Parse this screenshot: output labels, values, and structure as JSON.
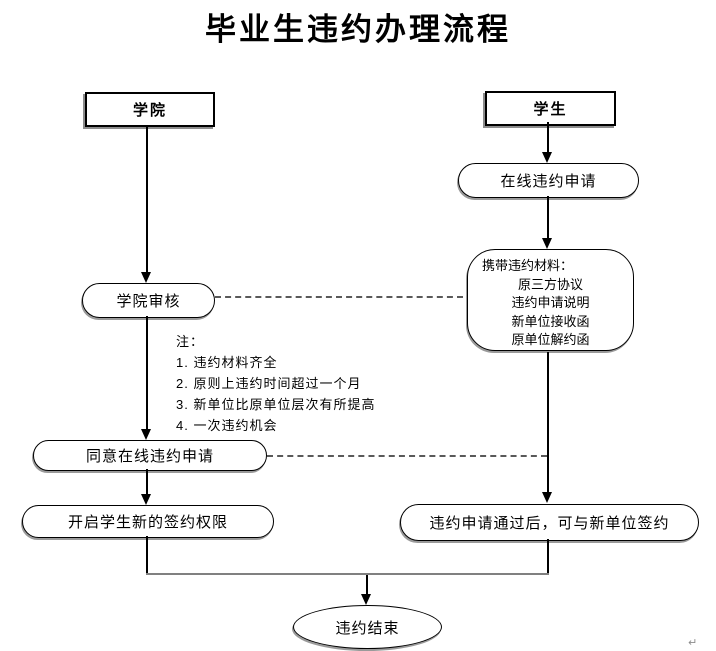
{
  "title": "毕业生违约办理流程",
  "lanes": {
    "college": "学院",
    "student": "学生"
  },
  "college_flow": {
    "review": "学院审核",
    "approve_online": "同意在线违约申请",
    "open_permission": "开启学生新的签约权限"
  },
  "student_flow": {
    "online_apply": "在线违约申请",
    "materials_title": "携带违约材料：",
    "materials": [
      "原三方协议",
      "违约申请说明",
      "新单位接收函",
      "原单位解约函"
    ],
    "after_approval": "违约申请通过后，可与新单位签约"
  },
  "note": {
    "label": "注：",
    "items": [
      "1. 违约材料齐全",
      "2. 原则上违约时间超过一个月",
      "3. 新单位比原单位层次有所提高",
      "4. 一次违约机会"
    ]
  },
  "end_node": "违约结束",
  "artifact_mark": "↵",
  "colors": {
    "line": "#000000",
    "shape_shadow": "#8c8c8c",
    "bottom_connector": "#808080",
    "dash_line": "#595959",
    "background": "#ffffff"
  }
}
